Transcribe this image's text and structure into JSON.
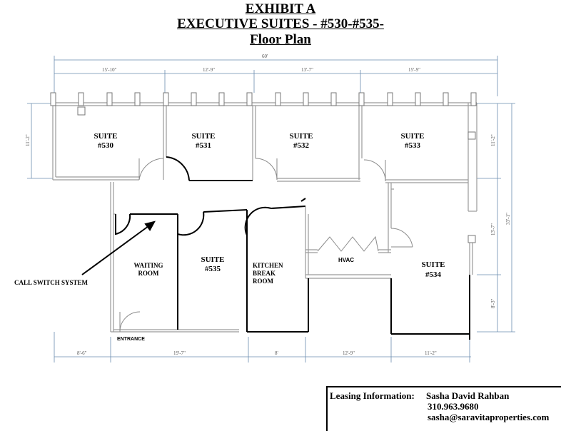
{
  "header": {
    "line1": "EXHIBIT A",
    "line2": "EXECUTIVE SUITES -  #530-#535-",
    "line3": "Floor Plan"
  },
  "dimensions": {
    "overall_top": "60'",
    "top_530": "15'-10\"",
    "top_531": "12'-9\"",
    "top_532": "13'-7\"",
    "top_533": "15'-9\"",
    "left_530": "11'-2\"",
    "right_533": "11'-2\"",
    "right_534_upper": "13'-7\"",
    "right_534_lower": "8'-3\"",
    "right_overall": "33'-1\"",
    "bottom_1": "8'-6\"",
    "bottom_2": "19'-7\"",
    "bottom_3": "8'",
    "bottom_4": "12'-9\"",
    "bottom_5": "11'-2\""
  },
  "rooms": {
    "suite_530": [
      "SUITE",
      "#530"
    ],
    "suite_531": [
      "SUITE",
      "#531"
    ],
    "suite_532": [
      "SUITE",
      "#532"
    ],
    "suite_533": [
      "SUITE",
      "#533"
    ],
    "suite_534": [
      "SUITE",
      "#534"
    ],
    "suite_535": [
      "SUITE",
      "#535"
    ],
    "waiting": [
      "WAITING",
      "ROOM"
    ],
    "kitchen": [
      "KITCHEN",
      "BREAK",
      "ROOM"
    ],
    "hvac": "HVAC",
    "entrance": "ENTRANCE"
  },
  "callout": "CALL SWITCH  SYSTEM",
  "leasing": {
    "label": "Leasing Information:",
    "name": "Sasha David Rahban",
    "phone": "310.963.9680",
    "email": "sasha@saravitaproperties.com"
  }
}
